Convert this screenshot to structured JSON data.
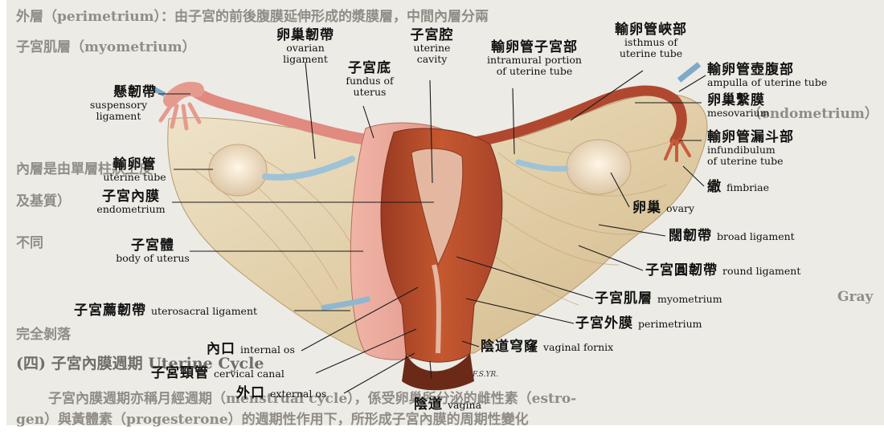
{
  "labels": {
    "suspensory": {
      "zh": "懸韌帶",
      "en": "suspensory\nligament"
    },
    "ovarian_ligament": {
      "zh": "卵巢韌帶",
      "en": "ovarian\nligament"
    },
    "fundus": {
      "zh": "子宮底",
      "en": "fundus of\nuterus"
    },
    "uterine_cavity": {
      "zh": "子宮腔",
      "en": "uterine\ncavity"
    },
    "intramural": {
      "zh": "輸卵管子宮部",
      "en": "intramural portion\nof uterine tube"
    },
    "isthmus": {
      "zh": "輸卵管峽部",
      "en": "isthmus of\nuterine tube"
    },
    "ampulla": {
      "zh": "輸卵管壺腹部",
      "en": "ampulla of uterine tube"
    },
    "mesovarium": {
      "zh": "卵巢繫膜",
      "en": "mesovarium"
    },
    "infundibulum": {
      "zh": "輸卵管漏斗部",
      "en": "infundibulum\nof uterine tube"
    },
    "fimbriae": {
      "zh": "繖",
      "en": "fimbriae"
    },
    "ovary": {
      "zh": "卵巢",
      "en": "ovary"
    },
    "broad_ligament": {
      "zh": "闊韌帶",
      "en": "broad ligament"
    },
    "round_ligament": {
      "zh": "子宮圓韌帶",
      "en": "round ligament"
    },
    "myometrium": {
      "zh": "子宮肌層",
      "en": "myometrium"
    },
    "perimetrium": {
      "zh": "子宮外膜",
      "en": "perimetrium"
    },
    "vaginal_fornix": {
      "zh": "陰道穹窿",
      "en": "vaginal fornix"
    },
    "vagina": {
      "zh": "陰道",
      "en": "vagina"
    },
    "external_os": {
      "zh": "外口",
      "en": "external os"
    },
    "cervical_canal": {
      "zh": "子宮頸管",
      "en": "cervical canal"
    },
    "internal_os": {
      "zh": "內口",
      "en": "internal os"
    },
    "uterosacral": {
      "zh": "子宮薦韌帶",
      "en": "uterosacral ligament"
    },
    "body_of_uterus": {
      "zh": "子宮體",
      "en": "body of uterus"
    },
    "endometrium": {
      "zh": "子宮內膜",
      "en": "endometrium"
    },
    "uterine_tube": {
      "zh": "輸卵管",
      "en": "uterine tube"
    }
  },
  "artist_signature": "F.S.YR.",
  "background_text": {
    "t1": "外層（perimetrium）：由子宮的前後腹膜延伸形成的漿膜層，中間內層分兩",
    "t2": "子宮肌層（myometrium）",
    "t3": "（endometrium）",
    "t4": "內層是由單層柱狀上皮",
    "t5": "及基質）",
    "t6": "不同",
    "t7": "Gray",
    "t8": "完全剝落",
    "t9": "(四) 子宮內膜週期 Uterine Cycle",
    "t10": "子宮內膜週期亦稱月經週期（menstrual cycle），係受卵巢所分泌的雌性素（estro-",
    "t11": "gen）與黃體素（progesterone）的週期性作用下，所形成子宮內膜的周期性變化"
  }
}
